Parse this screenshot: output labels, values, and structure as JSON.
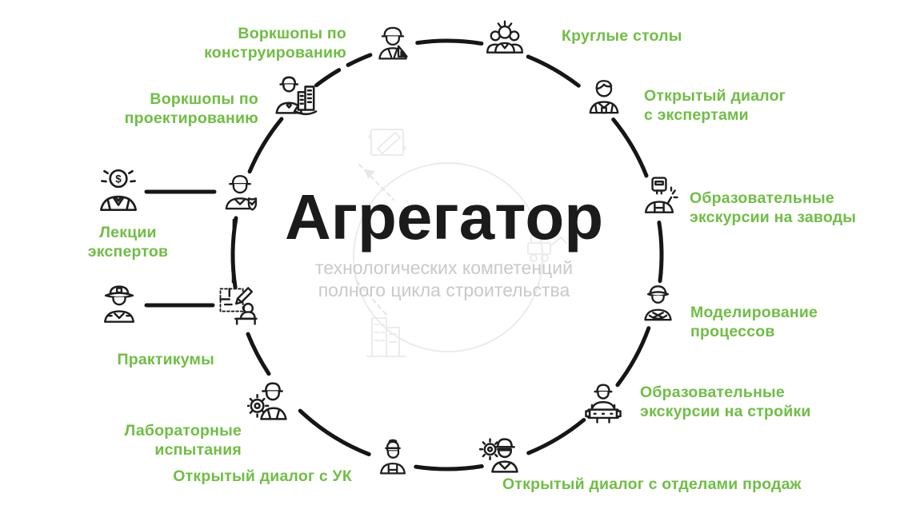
{
  "title": {
    "main": "Агрегатор",
    "subtitle": "технологических компетенций\nполного цикла строительства"
  },
  "colors": {
    "accent_green": "#6fbe44",
    "title_black": "#1b1b1b",
    "subtitle_gray": "#c9c9c9",
    "line_black": "#161616",
    "watermark_gray": "#e9e9e9"
  },
  "ring_items": [
    {
      "label": "Воркшопы по\nконструированию",
      "icon": "worker-setsquare-icon"
    },
    {
      "label": "Круглые столы",
      "icon": "people-group-icon"
    },
    {
      "label": "Открытый диалог\nс экспертами",
      "icon": "expert-person-icon"
    },
    {
      "label": "Образовательные\nэкскурсии на заводы",
      "icon": "welder-icon"
    },
    {
      "label": "Моделирование\nпроцессов",
      "icon": "supervisor-cap-icon"
    },
    {
      "label": "Образовательные\nэкскурсии на стройки",
      "icon": "worker-beam-icon"
    },
    {
      "label": "Открытый диалог с отделами продаж",
      "icon": "worker-gear-icon"
    },
    {
      "label": "Открытый диалог с УК",
      "icon": "worker-cap-icon"
    },
    {
      "label": "Лабораторные\nиспытания",
      "icon": "lab-worker-gear-icon"
    },
    {
      "label": "Практикумы",
      "icon": "blueprint-draftsman-icon"
    },
    {
      "label": "Лекции\nэкспертов",
      "icon": "worker-shield-icon"
    },
    {
      "label": "Воркшопы по\nпроектированию",
      "icon": "worker-buildings-icon"
    }
  ],
  "satellite_icons": [
    {
      "icon": "money-expert-icon"
    },
    {
      "icon": "firefighter-icon"
    }
  ]
}
